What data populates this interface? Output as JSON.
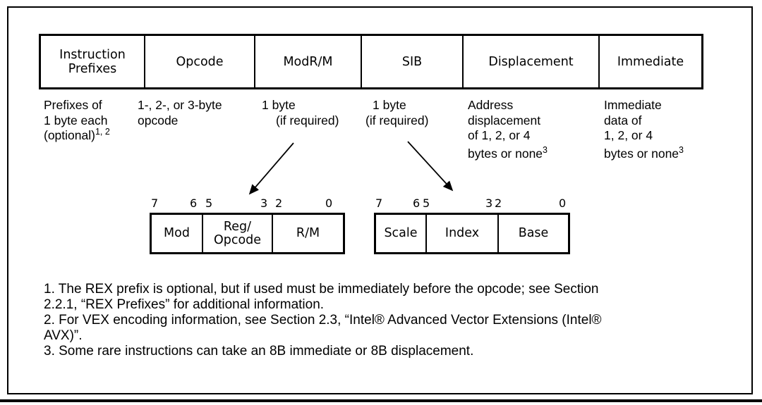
{
  "colors": {
    "ink": "#000000",
    "background": "#ffffff"
  },
  "table": {
    "cells": [
      {
        "label": "Instruction Prefixes"
      },
      {
        "label": "Opcode"
      },
      {
        "label": "ModR/M"
      },
      {
        "label": "SIB"
      },
      {
        "label": "Displacement"
      },
      {
        "label": "Immediate"
      }
    ]
  },
  "descriptions": [
    {
      "lines": [
        "Prefixes of",
        "1 byte each",
        "(optional)"
      ],
      "sup": "1, 2"
    },
    {
      "lines": [
        "1-, 2-, or 3-byte",
        "opcode"
      ]
    },
    {
      "lines": [
        "1 byte",
        "(if required)"
      ]
    },
    {
      "lines": [
        "1 byte",
        "(if required)"
      ]
    },
    {
      "lines": [
        "Address",
        "displacement",
        "of 1, 2, or 4",
        "bytes or none"
      ],
      "sup": "3"
    },
    {
      "lines": [
        "Immediate",
        "data of",
        "1, 2, or 4",
        "bytes or none"
      ],
      "sup": "3"
    }
  ],
  "arrows": [
    {
      "from": "ModR/M description",
      "to": "ModR/M byte box"
    },
    {
      "from": "SIB description",
      "to": "SIB byte box"
    }
  ],
  "modrm_box": {
    "bit_labels": [
      "7",
      "6",
      "5",
      "3",
      "2",
      "0"
    ],
    "cells": [
      {
        "lines": [
          "Mod"
        ]
      },
      {
        "lines": [
          "Reg/",
          "Opcode"
        ]
      },
      {
        "lines": [
          "R/M"
        ]
      }
    ]
  },
  "sib_box": {
    "bit_labels": [
      "7",
      "6",
      "5",
      "3",
      "2",
      "0"
    ],
    "cells": [
      {
        "lines": [
          "Scale"
        ]
      },
      {
        "lines": [
          "Index"
        ]
      },
      {
        "lines": [
          "Base"
        ]
      }
    ]
  },
  "footnotes": [
    {
      "lines": [
        "1. The REX prefix is optional, but if used must be immediately before the opcode; see Section",
        "2.2.1, “REX Prefixes” for additional information."
      ]
    },
    {
      "lines": [
        "2. For VEX encoding information, see Section 2.3, “Intel® Advanced Vector Extensions (Intel®",
        "AVX)”."
      ]
    },
    {
      "lines": [
        "3. Some rare instructions can take an 8B immediate or 8B displacement."
      ]
    }
  ]
}
